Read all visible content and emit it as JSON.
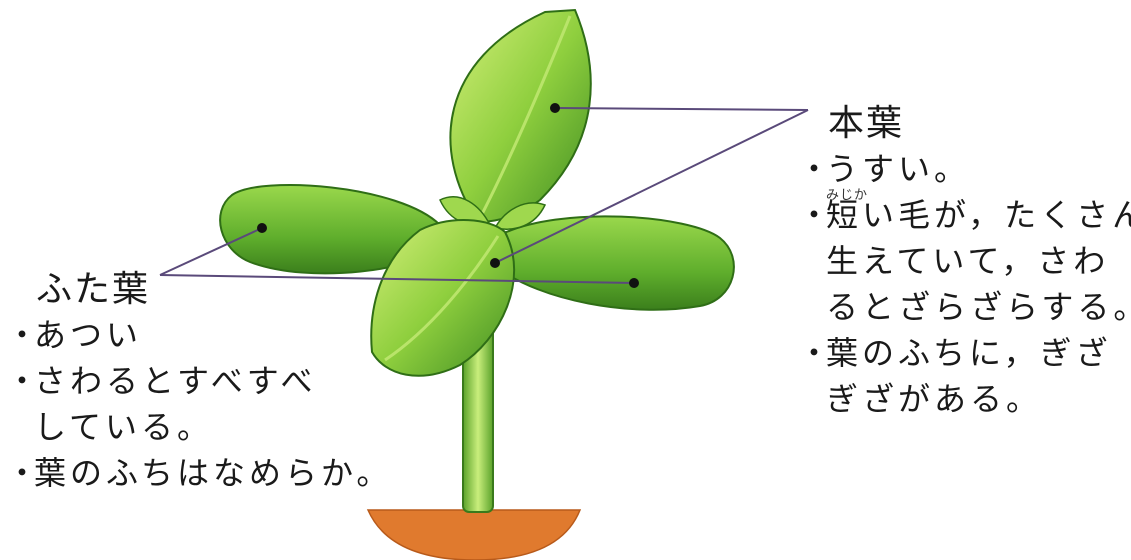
{
  "colors": {
    "leaf_dark": "#3e8a1e",
    "leaf_mid": "#7cc23a",
    "leaf_light": "#c8ea6a",
    "stem": "#8fce4a",
    "soil": "#e07a2e",
    "leader_line": "#5a4a7a"
  },
  "cotyledon": {
    "title": "ふた葉",
    "bullet": "・",
    "items": [
      {
        "lines": [
          "あつい"
        ]
      },
      {
        "lines": [
          "さわるとすべすべ",
          "している。"
        ]
      },
      {
        "lines": [
          "葉のふちはなめらか。"
        ]
      }
    ]
  },
  "true_leaf": {
    "title": "本葉",
    "bullet": "・",
    "ruby": "みじか",
    "items": [
      {
        "lines": [
          "うすい。"
        ]
      },
      {
        "lines": [
          "短い毛が，たくさん",
          "生えていて，さわ",
          "るとざらざらする。"
        ]
      },
      {
        "lines": [
          "葉のふちに，ぎざ",
          "ぎざがある。"
        ]
      }
    ]
  }
}
